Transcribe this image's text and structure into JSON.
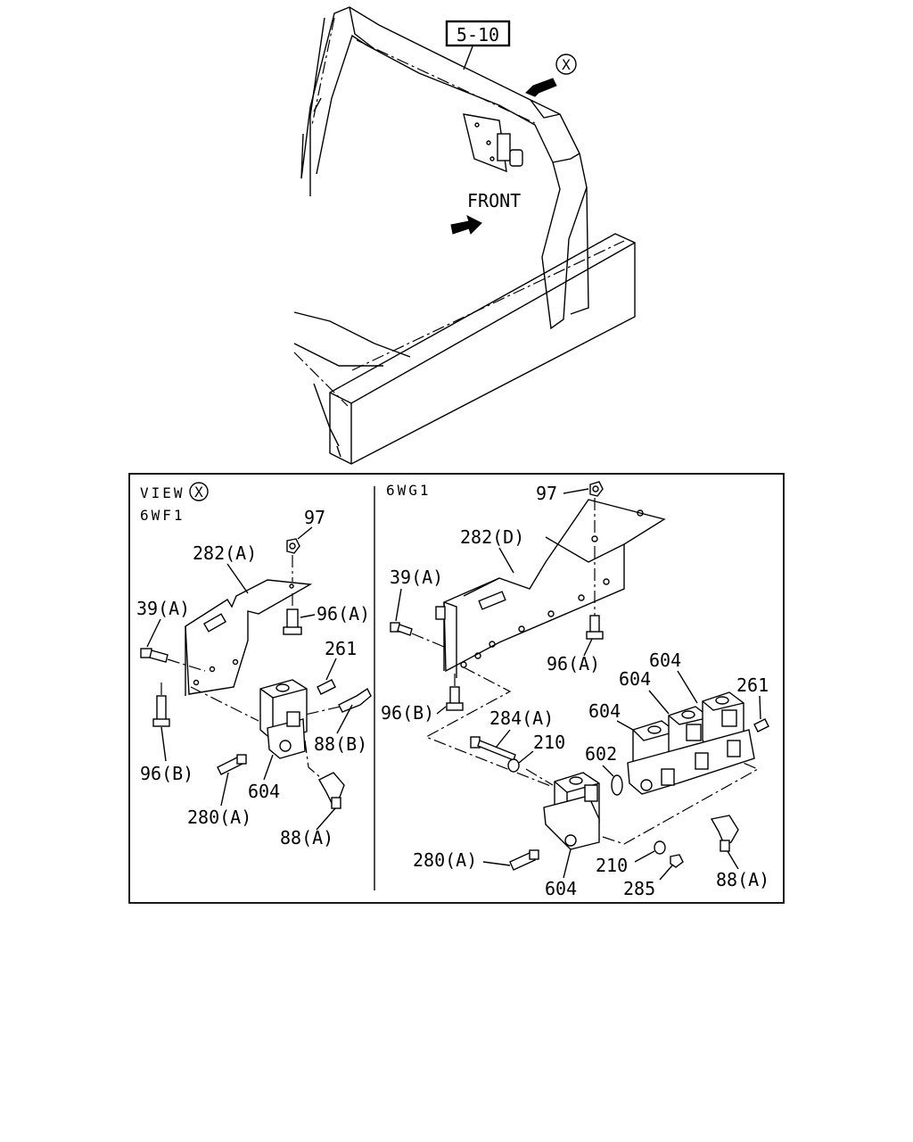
{
  "top_view": {
    "ref_box": "5-10",
    "view_marker": "X",
    "front_label": "FRONT"
  },
  "view_panel": {
    "title": "VIEW",
    "title_marker": "X",
    "left": {
      "variant": "6WF1",
      "labels": {
        "p97": "97",
        "p282a": "282(A)",
        "p39a": "39(A)",
        "p96a": "96(A)",
        "p261": "261",
        "p88b": "88(B)",
        "p96b": "96(B)",
        "p604": "604",
        "p280a": "280(A)",
        "p88a": "88(A)"
      }
    },
    "right": {
      "variant": "6WG1",
      "labels": {
        "p97": "97",
        "p282d": "282(D)",
        "p39a": "39(A)",
        "p96a": "96(A)",
        "p604a": "604",
        "p604b": "604",
        "p604c": "604",
        "p261": "261",
        "p96b": "96(B)",
        "p284a": "284(A)",
        "p210a": "210",
        "p602": "602",
        "p280a": "280(A)",
        "p604d": "604",
        "p210b": "210",
        "p285": "285",
        "p88a": "88(A)"
      }
    }
  }
}
